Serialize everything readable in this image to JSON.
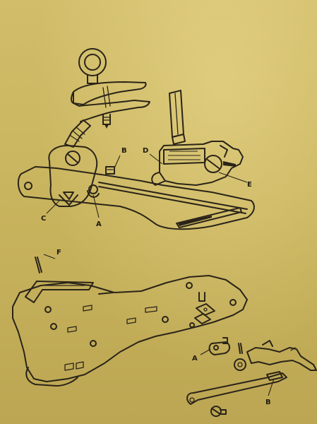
{
  "labels": {
    "top_a": "A",
    "top_b": "B",
    "top_c": "C",
    "top_d": "D",
    "top_e": "E",
    "bottom_f": "F",
    "bottom_a": "A",
    "bottom_b": "B"
  },
  "colors": {
    "paper": "#c9b45f",
    "ink": "#2a2418"
  }
}
